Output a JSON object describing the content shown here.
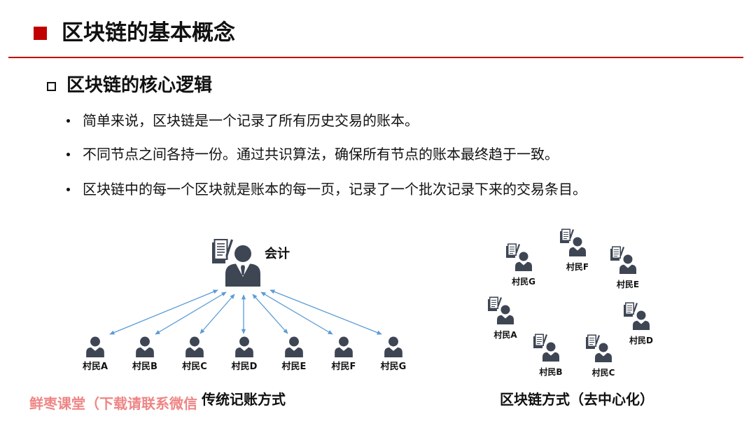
{
  "slide": {
    "title": "区块链的基本概念",
    "section_heading": "区块链的核心逻辑",
    "bullets": [
      "简单来说，区块链是一个记录了所有历史交易的账本。",
      "不同节点之间各持一份。通过共识算法，确保所有节点的账本最终趋于一致。",
      "区块链中的每一个区块就是账本的每一页，记录了一个批次记录下来的交易条目。"
    ]
  },
  "centralized_diagram": {
    "center_label": "会计",
    "nodes": [
      "村民A",
      "村民B",
      "村民C",
      "村民D",
      "村民E",
      "村民F",
      "村民G"
    ],
    "caption": "传统记账方式"
  },
  "decentralized_diagram": {
    "nodes": [
      "村民A",
      "村民B",
      "村民C",
      "村民D",
      "村民E",
      "村民F",
      "村民G"
    ],
    "caption": "区块链方式（去中心化）"
  },
  "watermark": {
    "text": "鲜枣课堂（下载请联系微信"
  },
  "colors": {
    "accent": "#C00000",
    "text": "#111111",
    "icon": "#3E4654",
    "arrow": "#5B9BD5",
    "watermark": "#EF8585"
  },
  "icons": {
    "title_marker": "filled-square-icon",
    "heading_marker": "hollow-square-icon",
    "bullet": "bullet-dot-icon",
    "accountant": "accountant-person-icon",
    "villager": "person-icon",
    "ledger": "ledger-document-icon",
    "connection": "double-headed-arrow-icon"
  }
}
